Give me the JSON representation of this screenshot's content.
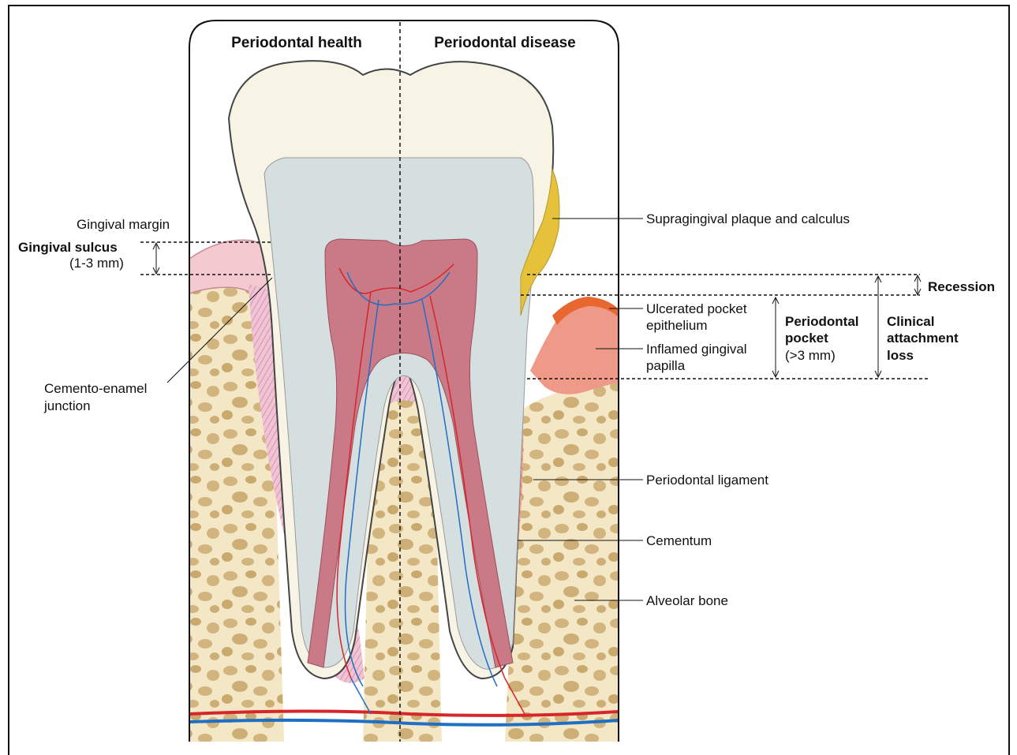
{
  "headers": {
    "health": "Periodontal health",
    "disease": "Periodontal disease"
  },
  "labels": {
    "gingival_margin": "Gingival margin",
    "gingival_sulcus": "Gingival sulcus",
    "sulcus_depth": "(1-3 mm)",
    "cej_line1": "Cemento-enamel",
    "cej_line2": "junction",
    "plaque": "Supragingival plaque and calculus",
    "recession": "Recession",
    "ulcerated_line1": "Ulcerated pocket",
    "ulcerated_line2": "epithelium",
    "inflamed_line1": "Inflamed gingival",
    "inflamed_line2": "papilla",
    "pocket_line1": "Periodontal",
    "pocket_line2": "pocket",
    "pocket_depth": "(>3 mm)",
    "cal_line1": "Clinical",
    "cal_line2": "attachment",
    "cal_line3": "loss",
    "pdl": "Periodontal ligament",
    "cementum": "Cementum",
    "alveolar_bone": "Alveolar bone"
  },
  "colors": {
    "enamel": "#f7f4e6",
    "dentin": "#d6dfe0",
    "pulp": "#c97a86",
    "gingiva_healthy": "#f4c9cf",
    "gingiva_inflamed": "#ef9a88",
    "ulcer": "#e8672f",
    "bone": "#f3e7c5",
    "bone_pores": "#cfb27c",
    "calculus": "#e6c23a",
    "artery": "#d7262b",
    "vein": "#1f6fc4"
  }
}
